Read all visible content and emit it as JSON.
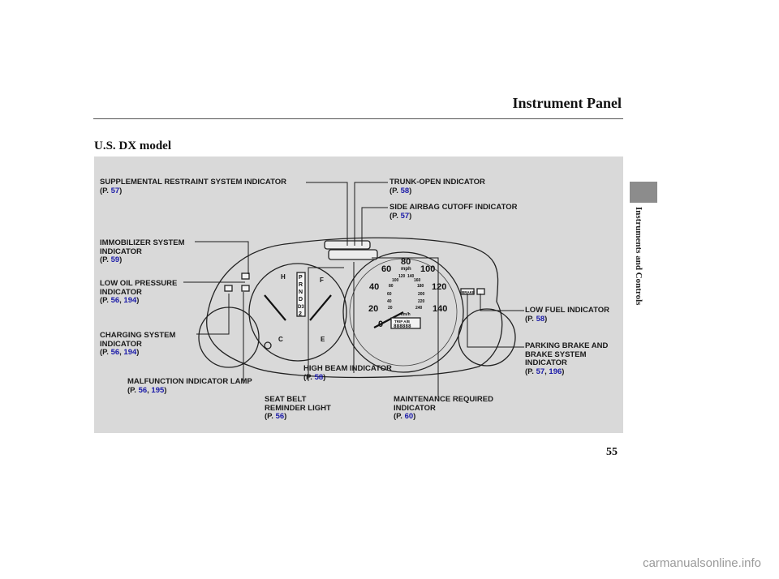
{
  "header": {
    "title": "Instrument Panel",
    "side_tab": "Instruments and Controls"
  },
  "section": {
    "heading": "U.S. DX model"
  },
  "footer": {
    "page_number": "55",
    "watermark": "carmanualsonline.info"
  },
  "callouts": {
    "srs": {
      "lines": [
        "SUPPLEMENTAL RESTRAINT SYSTEM INDICATOR"
      ],
      "prefix": "(P. ",
      "refs": [
        "57"
      ],
      "suffix": ")"
    },
    "trunk": {
      "lines": [
        "TRUNK-OPEN INDICATOR"
      ],
      "prefix": "(P. ",
      "refs": [
        "58"
      ],
      "suffix": ")"
    },
    "side_airbag": {
      "lines": [
        "SIDE AIRBAG CUTOFF INDICATOR"
      ],
      "prefix": "(P. ",
      "refs": [
        "57"
      ],
      "suffix": ")"
    },
    "immobilizer": {
      "lines": [
        "IMMOBILIZER SYSTEM",
        "INDICATOR"
      ],
      "prefix": "(P. ",
      "refs": [
        "59"
      ],
      "suffix": ")"
    },
    "oil": {
      "lines": [
        "LOW OIL PRESSURE",
        "INDICATOR"
      ],
      "prefix": "(P. ",
      "refs": [
        "56",
        "194"
      ],
      "suffix": ")"
    },
    "charging": {
      "lines": [
        "CHARGING SYSTEM",
        "INDICATOR"
      ],
      "prefix": "(P. ",
      "refs": [
        "56",
        "194"
      ],
      "suffix": ")"
    },
    "malfunction": {
      "lines": [
        "MALFUNCTION INDICATOR LAMP"
      ],
      "prefix": "(P. ",
      "refs": [
        "56",
        "195"
      ],
      "suffix": ")"
    },
    "seatbelt": {
      "lines": [
        "SEAT BELT",
        "REMINDER LIGHT"
      ],
      "prefix": "(P. ",
      "refs": [
        "56"
      ],
      "suffix": ")"
    },
    "highbeam": {
      "lines": [
        "HIGH BEAM INDICATOR"
      ],
      "prefix": "(P. ",
      "refs": [
        "58"
      ],
      "suffix": ")"
    },
    "maintenance": {
      "lines": [
        "MAINTENANCE REQUIRED",
        "INDICATOR"
      ],
      "prefix": "(P. ",
      "refs": [
        "60"
      ],
      "suffix": ")"
    },
    "low_fuel": {
      "lines": [
        "LOW FUEL INDICATOR"
      ],
      "prefix": "(P. ",
      "refs": [
        "58"
      ],
      "suffix": ")"
    },
    "parking_brake": {
      "lines": [
        "PARKING BRAKE AND",
        "BRAKE SYSTEM",
        "INDICATOR"
      ],
      "prefix": "(P. ",
      "refs": [
        "57",
        "196"
      ],
      "suffix": ")"
    }
  },
  "gauges": {
    "temp_hot": "H",
    "temp_cold": "C",
    "fuel_full": "F",
    "fuel_empty": "E",
    "gear_positions": [
      "P",
      "R",
      "N",
      "D",
      "D3",
      "2"
    ],
    "speed_mph": [
      "0",
      "20",
      "40",
      "60",
      "80",
      "100",
      "120",
      "140"
    ],
    "speed_kmh": [
      "20",
      "40",
      "60",
      "80",
      "100",
      "120",
      "140",
      "160",
      "180",
      "200",
      "220",
      "240"
    ],
    "mph_unit": "mph",
    "kmh_unit": "km/h",
    "odometer": "888888",
    "trip_label": "TRIP A/B",
    "brake_label": "BRAKE"
  },
  "colors": {
    "reference_link": "#1a1aa8",
    "figure_bg": "#d9d9d9"
  }
}
